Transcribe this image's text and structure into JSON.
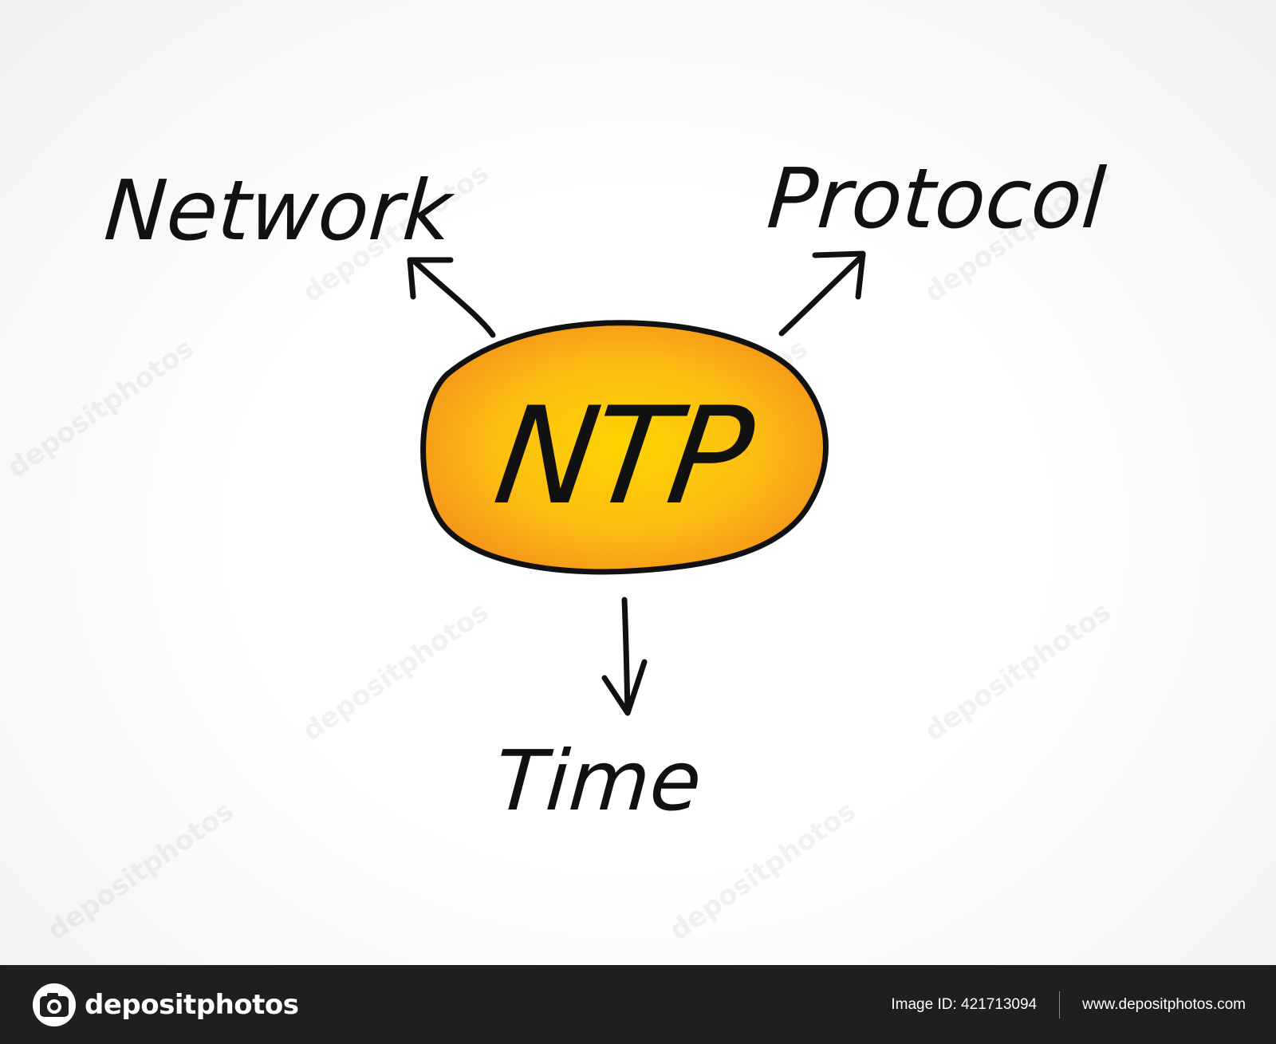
{
  "diagram": {
    "center": {
      "label": "NTP",
      "fill_top": "#f7a81b",
      "fill_center": "#ffd200",
      "fill_bottom": "#f59a1b",
      "stroke": "#111111"
    },
    "nodes": [
      {
        "id": "network",
        "label": "Network"
      },
      {
        "id": "protocol",
        "label": "Protocol"
      },
      {
        "id": "time",
        "label": "Time"
      }
    ],
    "watermark": "depositphotos"
  },
  "footer": {
    "brand_name": "depositphotos",
    "image_id": "Image ID: 421713094",
    "website": "www.depositphotos.com",
    "background": "#1f1f21"
  }
}
